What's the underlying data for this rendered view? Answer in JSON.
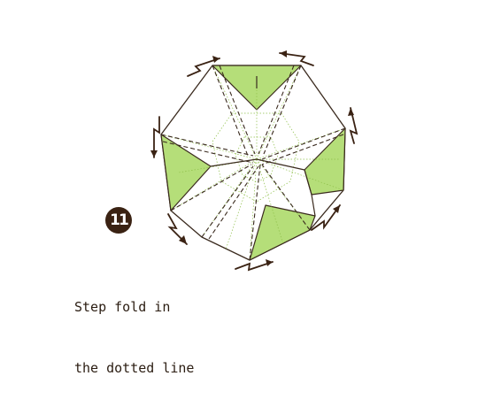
{
  "step": {
    "number": "11"
  },
  "instruction": {
    "line1": "Step fold in",
    "line2": "the dotted line"
  },
  "colors": {
    "flap_fill": "#b5de79",
    "paper_fill": "#ffffff",
    "outline": "#3a2a1e",
    "crease_green": "#8fc04a",
    "arrow": "#3a2213",
    "badge": "#3a2213"
  },
  "icons": {
    "fold_arrow": "zigzag-arrow-icon"
  }
}
